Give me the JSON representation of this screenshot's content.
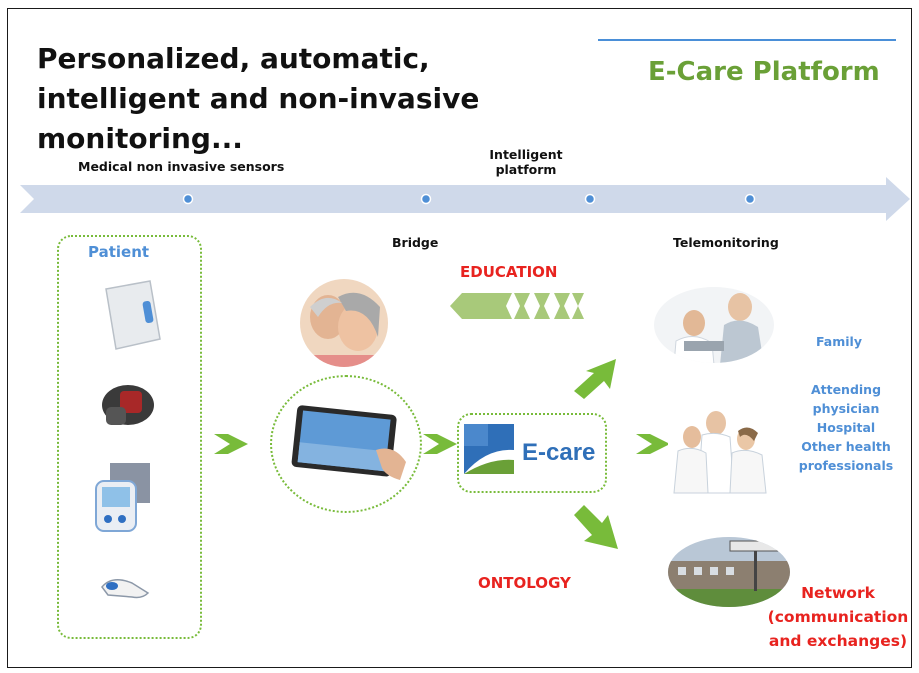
{
  "title": "Personalized, automatic, intelligent and non-invasive monitoring...",
  "brand": "E-Care Platform",
  "timeline": {
    "sensors_label": "Medical non invasive sensors",
    "platform_label": "Intelligent platform",
    "bridge_label": "Bridge",
    "telemonitoring_label": "Telemonitoring"
  },
  "patient_label": "Patient",
  "education_label": "EDUCATION",
  "ontology_label": "ONTOLOGY",
  "ecare_logo_text": "E-care",
  "recipients": {
    "family": "Family",
    "medical": "Attending physician Hospital Other health professionals",
    "network": "Network (communication and exchanges)"
  },
  "colors": {
    "arrow_fill": "#cfd9ea",
    "green": "#6aa037",
    "chevron_green": "#78bb3a",
    "blue_text": "#4f8fd6",
    "red_text": "#e8231f"
  },
  "icons": [
    "patient-device-icon",
    "wrist-device-icon",
    "blood-pressure-monitor-icon",
    "glucometer-icon",
    "tablet-icon",
    "elderly-couple-photo",
    "doctor-patient-photo",
    "medical-team-photo",
    "hospital-photo",
    "ecare-logo"
  ]
}
